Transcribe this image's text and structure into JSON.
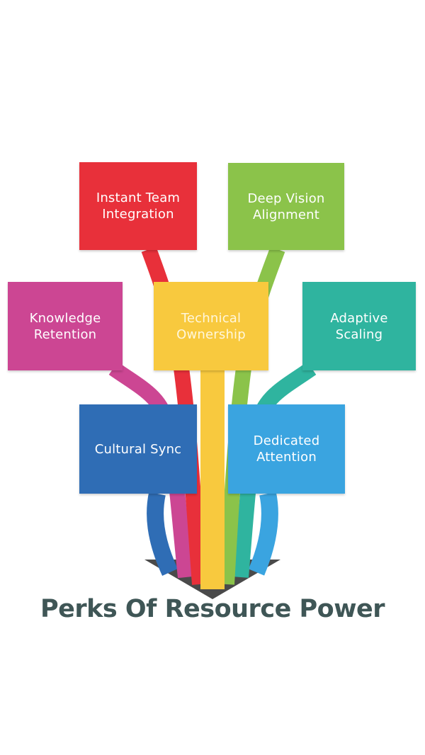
{
  "boxes": {
    "instant_team_integration": {
      "label": "Instant Team\nIntegration",
      "color": "#e8303a"
    },
    "deep_vision_alignment": {
      "label": "Deep Vision\nAlignment",
      "color": "#8bc34a"
    },
    "knowledge_retention": {
      "label": "Knowledge\nRetention",
      "color": "#cc4693"
    },
    "technical_ownership": {
      "label": "Technical\nOwnership",
      "color": "#f8c93e"
    },
    "adaptive_scaling": {
      "label": "Adaptive\nScaling",
      "color": "#2fb49f"
    },
    "cultural_sync": {
      "label": "Cultural Sync",
      "color": "#2f6db5"
    },
    "dedicated_attention": {
      "label": "Dedicated\nAttention",
      "color": "#3aa4e0"
    }
  },
  "title": "Perks Of Resource Power",
  "arrow_color": "#4a4a4a"
}
